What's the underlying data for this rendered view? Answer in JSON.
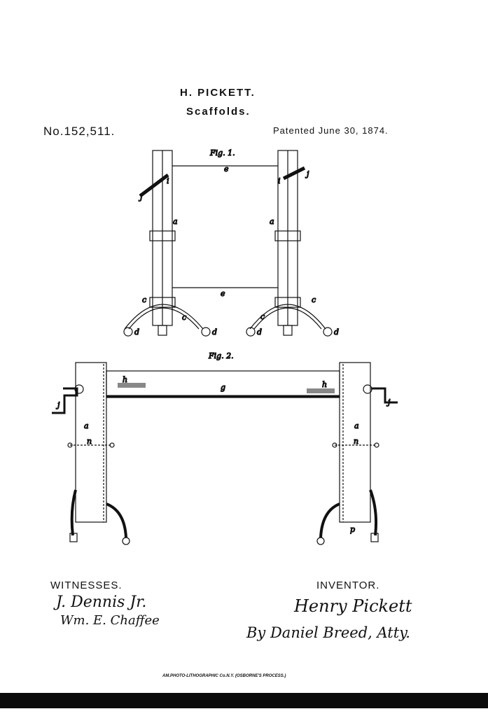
{
  "header": {
    "inventor": "H. PICKETT.",
    "title": "Scaffolds.",
    "patent_number": "No.152,511.",
    "patent_date": "Patented June 30, 1874."
  },
  "figures": {
    "fig1_label": "Fig. 1.",
    "fig2_label": "Fig. 2.",
    "fig1_letters": [
      "e",
      "e",
      "a",
      "a",
      "i",
      "i",
      "j",
      "j",
      "c",
      "c",
      "c",
      "c",
      "d",
      "d",
      "d",
      "d"
    ],
    "fig2_letters": [
      "g",
      "h",
      "h",
      "j",
      "j",
      "a",
      "a",
      "n",
      "n",
      "p"
    ]
  },
  "witnesses": {
    "heading": "WITNESSES.",
    "names": [
      "J. Dennis Jr.",
      "Wm. E. Chaffee"
    ]
  },
  "inventor_block": {
    "heading": "INVENTOR.",
    "name": "Henry Pickett",
    "attorney": "By Daniel Breed, Atty."
  },
  "footer": {
    "printer": "AM.PHOTO-LITHOGRAPHIC Co.N.Y. (OSBORNE'S PROCESS.)"
  }
}
